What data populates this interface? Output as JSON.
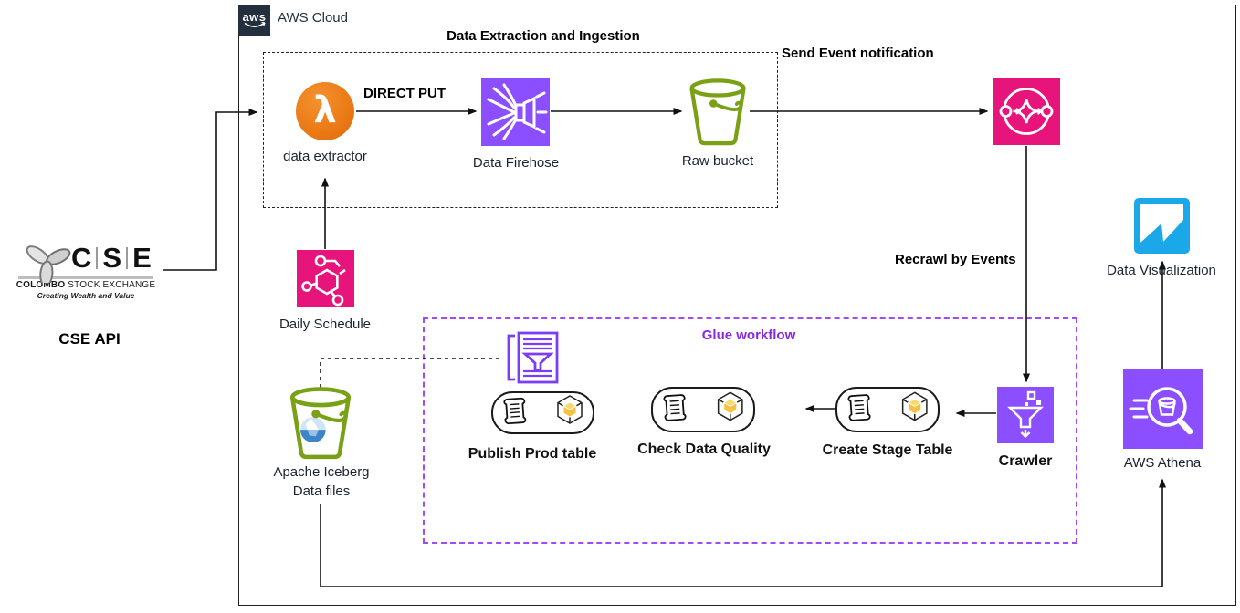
{
  "window": {
    "aws_cloud_label": "AWS Cloud",
    "aws_logo_text": "aws"
  },
  "cse_logo": {
    "letter_c": "C",
    "letter_s": "S",
    "letter_e": "E",
    "org_bold": "COLOMBO",
    "org_rest": " STOCK EXCHANGE",
    "tagline": "Creating Wealth and Value",
    "api_label": "CSE API"
  },
  "groups": {
    "ingestion_title": "Data Extraction and Ingestion",
    "glue_title": "Glue workflow"
  },
  "edge_labels": {
    "direct_put": "DIRECT PUT",
    "send_event_notification": "Send Event notification",
    "recrawl_by_events": "Recrawl by Events"
  },
  "nodes": {
    "data_extractor": {
      "label": "data extractor",
      "icon": "lambda-icon"
    },
    "data_firehose": {
      "label": "Data Firehose",
      "icon": "firehose-icon"
    },
    "raw_bucket": {
      "label": "Raw bucket",
      "icon": "s3-bucket-icon"
    },
    "event_notification": {
      "icon": "eventbridge-pipes-icon"
    },
    "daily_schedule": {
      "label": "Daily Schedule",
      "icon": "eventbridge-scheduler-icon"
    },
    "glue_workflow": {
      "icon": "glue-workflow-icon"
    },
    "publish_prod_table": {
      "label": "Publish Prod table",
      "icon": "glue-job-icon"
    },
    "check_data_quality": {
      "label": "Check Data Quality",
      "icon": "glue-job-icon"
    },
    "create_stage_table": {
      "label": "Create Stage Table",
      "icon": "glue-job-icon"
    },
    "crawler": {
      "label": "Crawler",
      "icon": "glue-crawler-icon"
    },
    "apache_iceberg": {
      "label_line1": "Apache Iceberg",
      "label_line2": "Data files",
      "icon": "s3-bucket-iceberg-icon"
    },
    "aws_athena": {
      "label": "AWS Athena",
      "icon": "athena-icon"
    },
    "data_visualization": {
      "label": "Data Visualization",
      "icon": "data-visualization-icon"
    }
  },
  "colors": {
    "aws_dark": "#232F3E",
    "lambda_orange": "#E87511",
    "aws_purple": "#8C4FFF",
    "aws_pink": "#E7157B",
    "s3_green": "#7AA116",
    "viz_cyan": "#1BA8E8",
    "glue_title_purple": "#8927E8",
    "glue_border_purple": "#A24BF5",
    "cube_yellow": "#F6C244"
  }
}
